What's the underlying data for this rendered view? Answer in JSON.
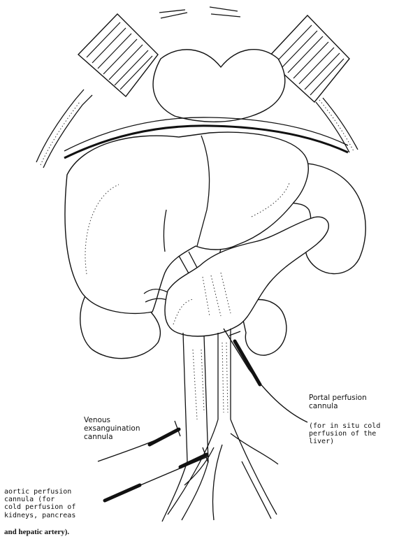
{
  "labels": {
    "portal_title": "Portal perfusion\ncannula",
    "portal_note": "(for in situ cold\nperfusion of the\nliver)",
    "venous": "Venous\nexsanguination\ncannula",
    "aortic_a": "aortic perfusion\ncannula (for\ncold perfusion of\nkidneys, pancreas",
    "aortic_b": "and hepatic artery)."
  }
}
